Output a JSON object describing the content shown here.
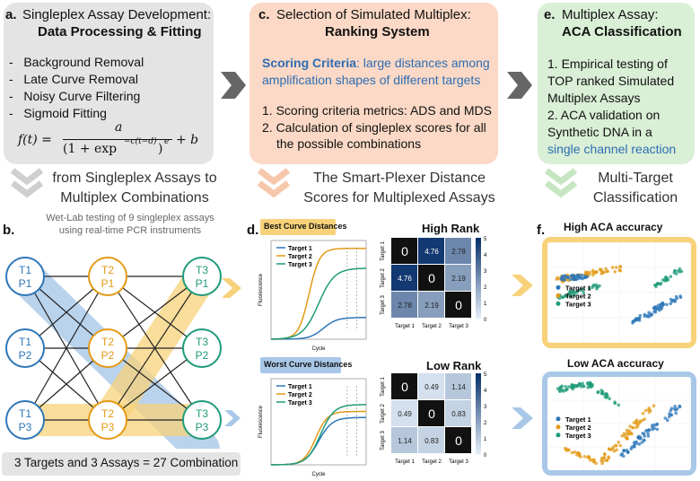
{
  "panel_a": {
    "letter": "a.",
    "title_line1": "Singleplex Assay Development:",
    "title_line2": "Data Processing & Fitting",
    "steps": [
      "Background Removal",
      "Late Curve Removal",
      "Noisy Curve Filtering",
      "Sigmoid Fitting"
    ],
    "formula_lhs": "f(t) =",
    "formula_num": "a",
    "formula_den": "(1 + exp",
    "formula_exp": "−c(t−d)",
    "formula_den_end": ")",
    "formula_e": "e",
    "formula_rhs": "+ b"
  },
  "panel_c": {
    "letter": "c.",
    "title_line1": "Selection of Simulated Multiplex:",
    "title_line2": "Ranking System",
    "criteria_label": "Scoring Criteria",
    "criteria_text_1": ": large distances among",
    "criteria_text_2": "amplification shapes of different targets",
    "item1": "1. Scoring criteria metrics: ADS and MDS",
    "item2_line1": "2. Calculation of singleplex scores for all",
    "item2_line2": "the possible combinations"
  },
  "panel_e": {
    "letter": "e.",
    "title_line1": "Multiplex Assay:",
    "title_line2": "ACA Classification",
    "item1_line1": "1. Empirical testing of",
    "item1_line2": "TOP ranked Simulated",
    "item1_line3": "Multiplex Assays",
    "item2_line1": "2. ACA validation on",
    "item2_line2": "Synthetic DNA in a",
    "item2_line3": "single channel reaction"
  },
  "captions": {
    "c1_line1": "from Singleplex Assays to",
    "c1_line2": "Multiplex Combinations",
    "c2_line1": "The Smart-Plexer Distance",
    "c2_line2": "Scores for Multiplexed Assays",
    "c3_line1": "Multi-Target",
    "c3_line2": "Classification"
  },
  "panel_b": {
    "letter": "b.",
    "desc_line1": "Wet-Lab testing of 9 singleplex assays",
    "desc_line2": "using real-time PCR instruments",
    "nodes": [
      {
        "l1": "T1",
        "l2": "P1"
      },
      {
        "l1": "T1",
        "l2": "P2"
      },
      {
        "l1": "T1",
        "l2": "P3"
      },
      {
        "l1": "T2",
        "l2": "P1"
      },
      {
        "l1": "T2",
        "l2": "P2"
      },
      {
        "l1": "T2",
        "l2": "P3"
      },
      {
        "l1": "T3",
        "l2": "P1"
      },
      {
        "l1": "T3",
        "l2": "P2"
      },
      {
        "l1": "T3",
        "l2": "P3"
      }
    ],
    "footer": "3 Targets and 3 Assays = 27 Combination"
  },
  "panel_d": {
    "letter": "d.",
    "best_label": "Best Curve Distances",
    "worst_label": "Worst Curve Distances",
    "legend": [
      "Target 1",
      "Target 2",
      "Target 3"
    ],
    "ylabel": "Fluorescence",
    "xlabel": "Cycle",
    "high_title": "High Rank",
    "low_title": "Low Rank",
    "targets": [
      "Target 1",
      "Target 2",
      "Target 3"
    ],
    "high_matrix": [
      [
        "0",
        "4.76",
        "2.78"
      ],
      [
        "4.76",
        "0",
        "2.19"
      ],
      [
        "2.78",
        "2.19",
        "0"
      ]
    ],
    "low_matrix": [
      [
        "0",
        "0.49",
        "1.14"
      ],
      [
        "0.49",
        "0",
        "0.83"
      ],
      [
        "1.14",
        "0.83",
        "0"
      ]
    ],
    "colorbar_ticks": [
      "5",
      "4",
      "3",
      "2",
      "1",
      "0"
    ]
  },
  "panel_f": {
    "letter": "f.",
    "high_title": "High ACA accuracy",
    "low_title": "Low ACA accuracy",
    "legend": [
      "Target 1",
      "Target 2",
      "Target 3"
    ]
  },
  "colors": {
    "target1": "#2e77b8",
    "target2": "#e39a17",
    "target3": "#1f9b7a",
    "gray_panel": "#e4e4e4",
    "peach_panel": "#fbd9c6",
    "green_panel": "#d9efd6",
    "blue_accent": "#2f6db3",
    "yellow_band": "#f7d27a",
    "blue_band": "#a9c8e8"
  }
}
